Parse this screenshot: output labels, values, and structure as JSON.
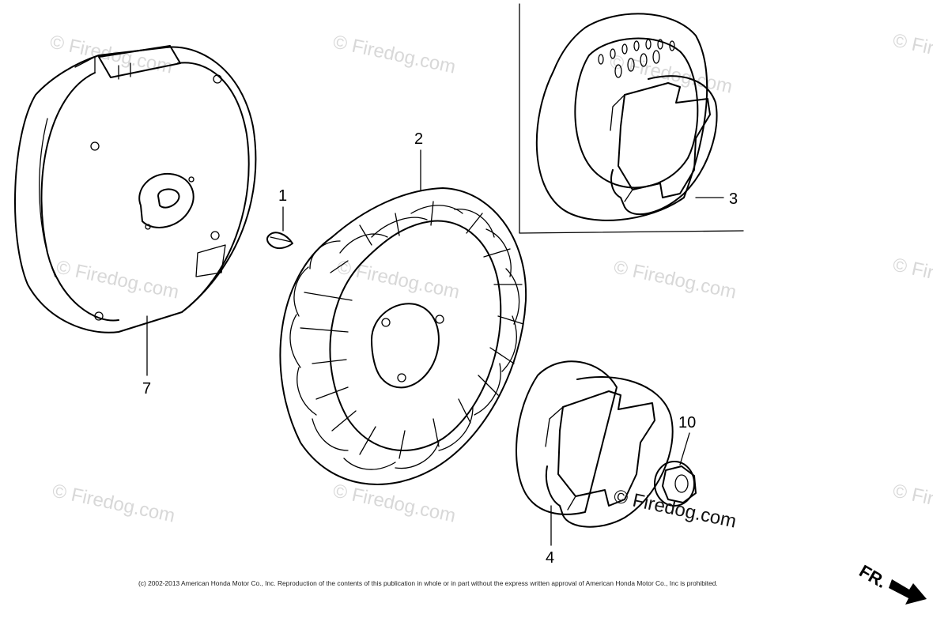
{
  "callouts": {
    "part_1": "1",
    "part_2": "2",
    "part_3": "3",
    "part_4": "4",
    "part_7": "7",
    "part_10": "10"
  },
  "watermark": "© Firedog.com",
  "direction_label": "FR.",
  "copyright": "(c) 2002-2013 American Honda Motor Co., Inc. Reproduction of the contents of this publication in whole or in part without the express written approval of American Honda Motor Co., Inc is prohibited.",
  "colors": {
    "line": "#000000",
    "watermark": "#d8d8d8",
    "background": "#ffffff"
  }
}
